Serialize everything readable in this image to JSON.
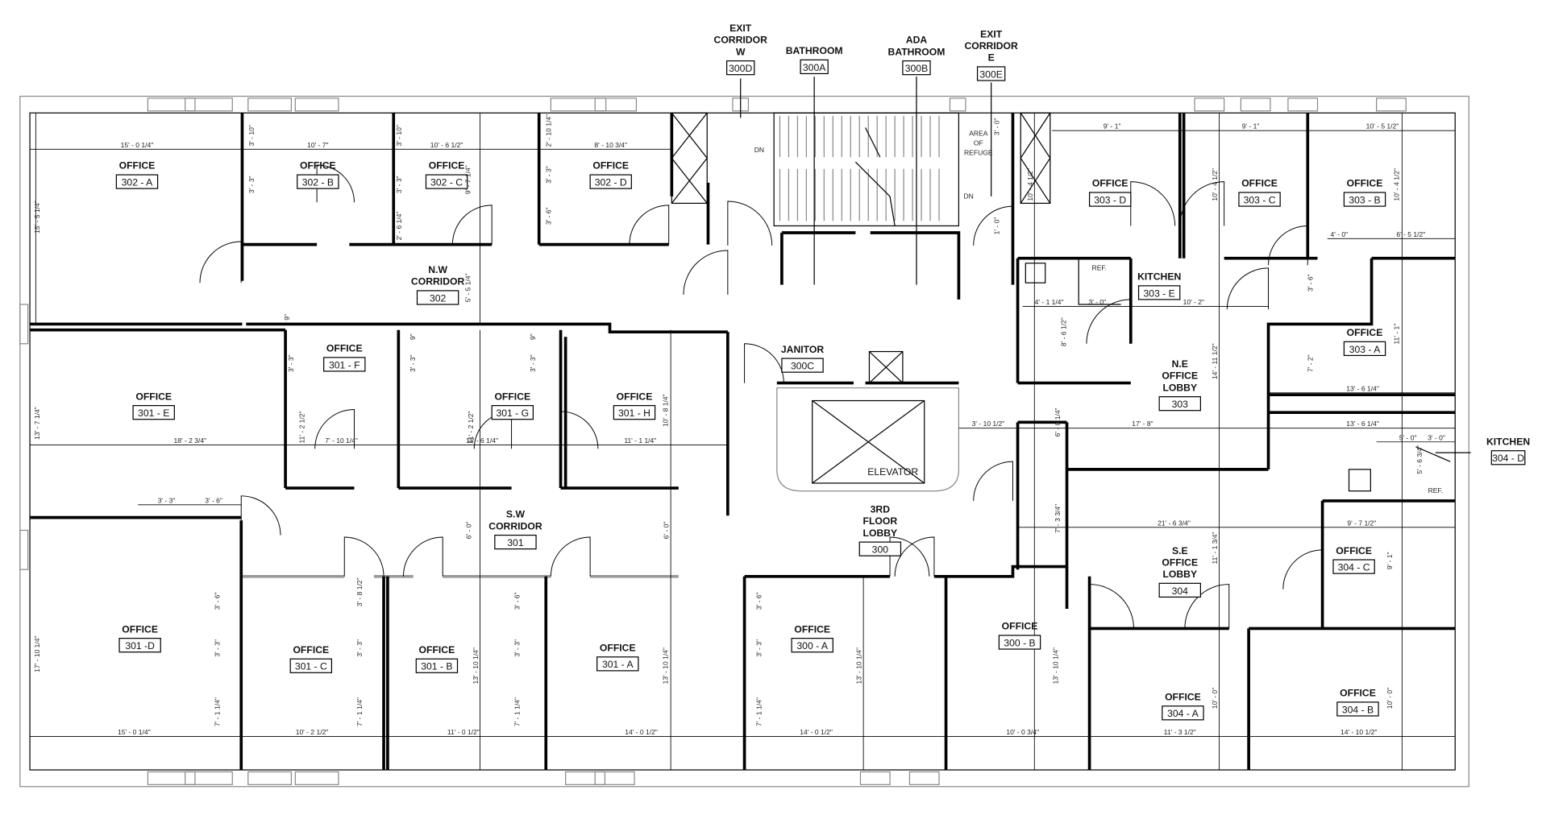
{
  "callouts": [
    {
      "name": [
        "EXIT",
        "CORRIDOR",
        "W"
      ],
      "number": "300D"
    },
    {
      "name": [
        "BATHROOM"
      ],
      "number": "300A"
    },
    {
      "name": [
        "ADA",
        "BATHROOM"
      ],
      "number": "300B"
    },
    {
      "name": [
        "EXIT",
        "CORRIDOR",
        "E"
      ],
      "number": "300E"
    },
    {
      "name": [
        "KITCHEN"
      ],
      "number": "304 - D"
    }
  ],
  "rooms": [
    {
      "name": [
        "OFFICE"
      ],
      "number": "302 - A"
    },
    {
      "name": [
        "OFFICE"
      ],
      "number": "302 - B"
    },
    {
      "name": [
        "OFFICE"
      ],
      "number": "302 - C"
    },
    {
      "name": [
        "OFFICE"
      ],
      "number": "302 - D"
    },
    {
      "name": [
        "N.W",
        "CORRIDOR"
      ],
      "number": "302"
    },
    {
      "name": [
        "OFFICE"
      ],
      "number": "301 - F"
    },
    {
      "name": [
        "OFFICE"
      ],
      "number": "301 - E"
    },
    {
      "name": [
        "OFFICE"
      ],
      "number": "301 - G"
    },
    {
      "name": [
        "OFFICE"
      ],
      "number": "301 - H"
    },
    {
      "name": [
        "JANITOR"
      ],
      "number": "300C"
    },
    {
      "name": [
        "OFFICE"
      ],
      "number": "303 - D"
    },
    {
      "name": [
        "OFFICE"
      ],
      "number": "303 - C"
    },
    {
      "name": [
        "OFFICE"
      ],
      "number": "303 - B"
    },
    {
      "name": [
        "KITCHEN"
      ],
      "number": "303 - E"
    },
    {
      "name": [
        "OFFICE"
      ],
      "number": "303 - A"
    },
    {
      "name": [
        "N.E",
        "OFFICE",
        "LOBBY"
      ],
      "number": "303"
    },
    {
      "name": [
        "S.W",
        "CORRIDOR"
      ],
      "number": "301"
    },
    {
      "name": [
        "3RD",
        "FLOOR",
        "LOBBY"
      ],
      "number": "300"
    },
    {
      "name": [
        "S.E",
        "OFFICE",
        "LOBBY"
      ],
      "number": "304"
    },
    {
      "name": [
        "OFFICE"
      ],
      "number": "304 - C"
    },
    {
      "name": [
        "OFFICE"
      ],
      "number": "301 -D"
    },
    {
      "name": [
        "OFFICE"
      ],
      "number": "301 - C"
    },
    {
      "name": [
        "OFFICE"
      ],
      "number": "301 - B"
    },
    {
      "name": [
        "OFFICE"
      ],
      "number": "301 - A"
    },
    {
      "name": [
        "OFFICE"
      ],
      "number": "300 - A"
    },
    {
      "name": [
        "OFFICE"
      ],
      "number": "300 - B"
    },
    {
      "name": [
        "OFFICE"
      ],
      "number": "304 - A"
    },
    {
      "name": [
        "OFFICE"
      ],
      "number": "304 - B"
    }
  ],
  "notes": {
    "elevator": "ELEVATOR",
    "area_of_refuge": [
      "AREA",
      "OF",
      "REFUGE"
    ],
    "stair_down_1": "DN",
    "stair_down_2": "DN",
    "ref_1": "REF.",
    "ref_2": "REF."
  },
  "dimensions_horizontal": [
    "15' - 0 1/4\"",
    "10' - 7\"",
    "10' - 6 1/2\"",
    "8' - 10 3/4\"",
    "9' - 1\"",
    "9' - 1\"",
    "10' - 5 1/2\"",
    "4' - 0\"",
    "6' - 5 1/2\"",
    "4' - 1 1/4\"",
    "3' - 0\"",
    "10' - 2\"",
    "13' - 6 1/4\"",
    "13' - 6 1/4\"",
    "17' - 8\"",
    "3' - 10 1/2\"",
    "5' - 0\"",
    "3' - 0\"",
    "18' - 2 3/4\"",
    "7' - 10 1/4\"",
    "11' - 6 1/4\"",
    "11' - 1 1/4\"",
    "3' - 3\"",
    "3' - 6\"",
    "21' - 6 3/4\"",
    "9' - 7 1/2\"",
    "15' - 0 1/4\"",
    "10' - 2 1/2\"",
    "11' - 0 1/2\"",
    "14' - 0 1/2\"",
    "14' - 0 1/2\"",
    "10' - 0 3/4\"",
    "11' - 3 1/2\"",
    "14' - 10 1/2\""
  ],
  "dimensions_vertical": [
    "15' - 5 1/4\"",
    "3' - 10\"",
    "3' - 3\"",
    "3' - 10\"",
    "3' - 3\"",
    "2' - 6 1/4\"",
    "9' - 7 1/4\"",
    "2' - 10 1/4\"",
    "3' - 3\"",
    "3' - 6\"",
    "5' - 5 1/4\"",
    "9\"",
    "3' - 3\"",
    "11' - 2 1/2\"",
    "9\"",
    "3' - 3\"",
    "11' - 2 1/2\"",
    "9\"",
    "3' - 3\"",
    "10' - 8 1/4\"",
    "13' - 7 1/4\"",
    "6' - 0\"",
    "6' - 0\"",
    "17' - 10 1/4\"",
    "3' - 6\"",
    "3' - 3\"",
    "7' - 1 1/4\"",
    "3' - 8 1/2\"",
    "3' - 3\"",
    "7' - 1 1/4\"",
    "3' - 6\"",
    "3' - 3\"",
    "7' - 1 1/4\"",
    "13' - 10 1/4\"",
    "13' - 10 1/4\"",
    "3' - 6\"",
    "3' - 3\"",
    "7' - 1 1/4\"",
    "13' - 10 1/4\"",
    "13' - 10 1/4\"",
    "10' - 4 1/2\"",
    "10' - 4 1/2\"",
    "10' - 4 1/2\"",
    "3' - 0\"",
    "1' - 0\"",
    "3' - 6\"",
    "8' - 6 1/2\"",
    "7' - 2\"",
    "11' - 1\"",
    "14' - 11 1/2\"",
    "6' - 0 1/4\"",
    "7' - 3 3/4\"",
    "11' - 1 3/4\"",
    "5' - 6 3/4\"",
    "9' - 1\"",
    "10' - 0\"",
    "10' - 0\""
  ]
}
